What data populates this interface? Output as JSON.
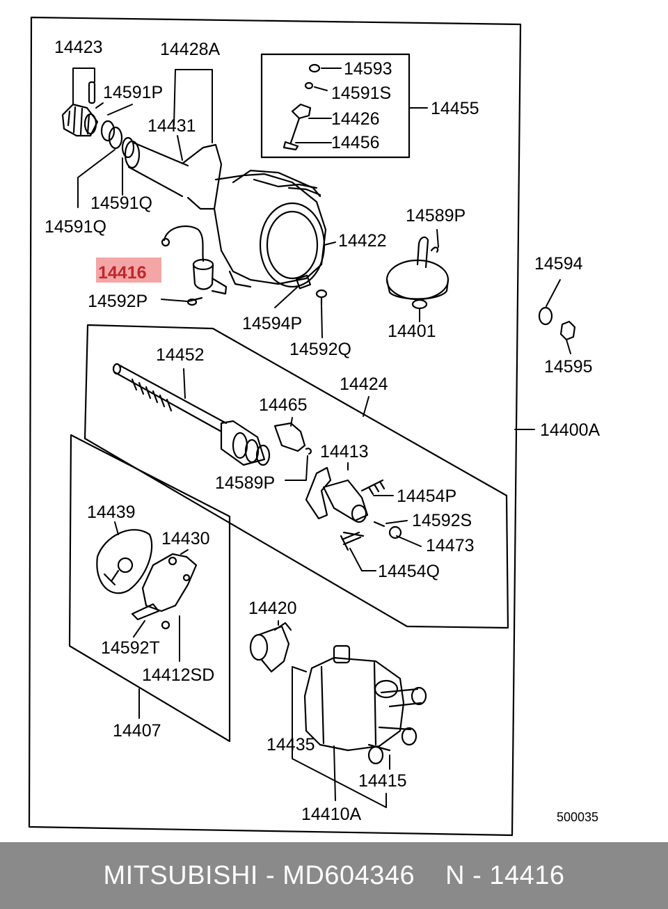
{
  "labels": {
    "l14423": "14423",
    "l14428A": "14428A",
    "l14591P": "14591P",
    "l14431": "14431",
    "l14591Q_a": "14591Q",
    "l14591Q_b": "14591Q",
    "l14593": "14593",
    "l14591S": "14591S",
    "l14426": "14426",
    "l14456": "14456",
    "l14455": "14455",
    "l14422": "14422",
    "l14416": "14416",
    "l14592P": "14592P",
    "l14594P": "14594P",
    "l14592Q": "14592Q",
    "l14589P_a": "14589P",
    "l14401": "14401",
    "l14594": "14594",
    "l14595": "14595",
    "l14452": "14452",
    "l14424": "14424",
    "l14465": "14465",
    "l14400A": "14400A",
    "l14413": "14413",
    "l14589P_b": "14589P",
    "l14454P": "14454P",
    "l14592S": "14592S",
    "l14473": "14473",
    "l14454Q": "14454Q",
    "l14439": "14439",
    "l14430": "14430",
    "l14592T": "14592T",
    "l14412SD": "14412SD",
    "l14407": "14407",
    "l14420": "14420",
    "l14435": "14435",
    "l14415": "14415",
    "l14410A": "14410A",
    "ref": "500035"
  },
  "highlight": {
    "part": "14416",
    "color": "#f4a6a6"
  },
  "footer": {
    "brand_part": "MITSUBISHI - MD604346",
    "ref_part": "N - 14416"
  }
}
